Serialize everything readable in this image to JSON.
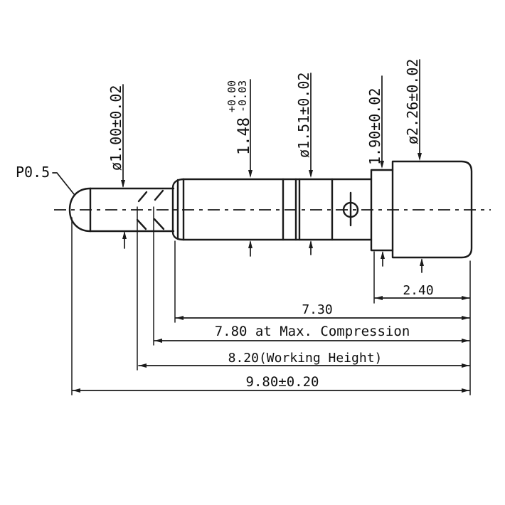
{
  "labels": {
    "tip_radius": "P0.5"
  },
  "dims": {
    "shaft_diameter": "ø1.00±0.02",
    "barrel_inner_value": "1.48",
    "barrel_inner_tol_plus": "+0.00",
    "barrel_inner_tol_minus": "-0.03",
    "barrel_outer_diameter": "ø1.51±0.02",
    "collar_diameter": "1.90±0.02",
    "head_diameter": "ø2.26±0.02"
  },
  "lengths": {
    "head": "2.40",
    "barrel": "7.30",
    "max_compression": "7.80 at Max. Compression",
    "working_height": "8.20(Working Height)",
    "overall": "9.80±0.20"
  }
}
